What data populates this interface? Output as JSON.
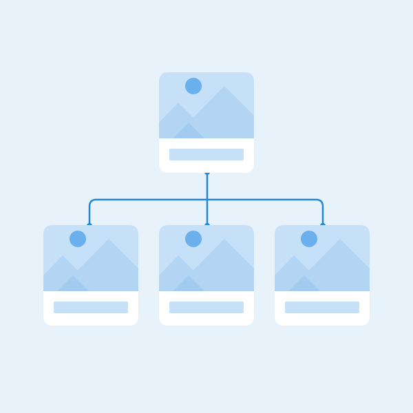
{
  "diagram": {
    "type": "hierarchy",
    "nodes": [
      {
        "id": "parent",
        "role": "root",
        "content": "image-placeholder"
      },
      {
        "id": "child-1",
        "role": "child",
        "content": "image-placeholder"
      },
      {
        "id": "child-2",
        "role": "child",
        "content": "image-placeholder"
      },
      {
        "id": "child-3",
        "role": "child",
        "content": "image-placeholder"
      }
    ],
    "edges": [
      {
        "from": "parent",
        "to": "child-1"
      },
      {
        "from": "parent",
        "to": "child-2"
      },
      {
        "from": "parent",
        "to": "child-3"
      }
    ]
  },
  "colors": {
    "background": "#e8f2fb",
    "card": "#ffffff",
    "image_sky": "#c6e0f7",
    "mountain_light": "#b3d5f4",
    "mountain_overlap": "#a3cbf0",
    "sun": "#69b0ec",
    "caption_bar": "#c6e0f7",
    "connector": "#1f87dc"
  },
  "icons": {
    "image_placeholder": "landscape-image-icon",
    "caption_placeholder": "text-line-placeholder"
  }
}
